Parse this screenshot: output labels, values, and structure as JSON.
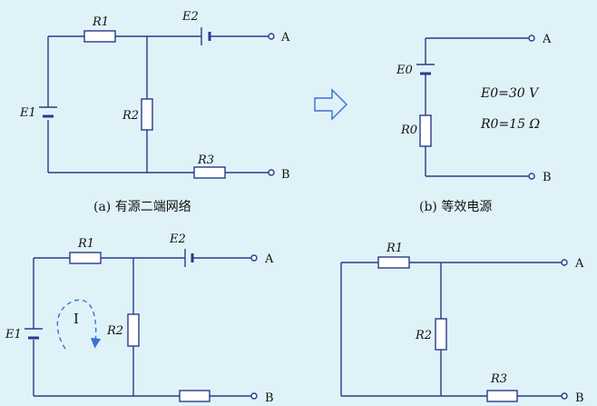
{
  "colors": {
    "background": "#dff2f8",
    "wire": "#2a3a8a",
    "component_fill": "#ffffff",
    "dashed_loop": "#3b6fd8",
    "arrow_outline": "#3b6fd8",
    "text": "#111111"
  },
  "fig_a": {
    "labels": {
      "r1": "R1",
      "e2": "E2",
      "e1": "E1",
      "r2": "R2",
      "r3": "R3",
      "term_a": "A",
      "term_b": "B"
    },
    "caption": "(a)  有源二端网络"
  },
  "fig_b": {
    "labels": {
      "e0": "E0",
      "r0": "R0",
      "term_a": "A",
      "term_b": "B"
    },
    "values": {
      "e0_value": "E0=30 V",
      "r0_value": "R0=15 Ω"
    },
    "caption": "(b)  等效电源"
  },
  "fig_c": {
    "labels": {
      "r1": "R1",
      "e2": "E2",
      "e1": "E1",
      "r2": "R2",
      "term_a": "A",
      "term_b": "B",
      "loop_current": "I"
    }
  },
  "fig_d": {
    "labels": {
      "r1": "R1",
      "r2": "R2",
      "r3": "R3",
      "term_a": "A",
      "term_b": "B"
    }
  },
  "transform_arrow_icon": "hollow-right-arrow"
}
